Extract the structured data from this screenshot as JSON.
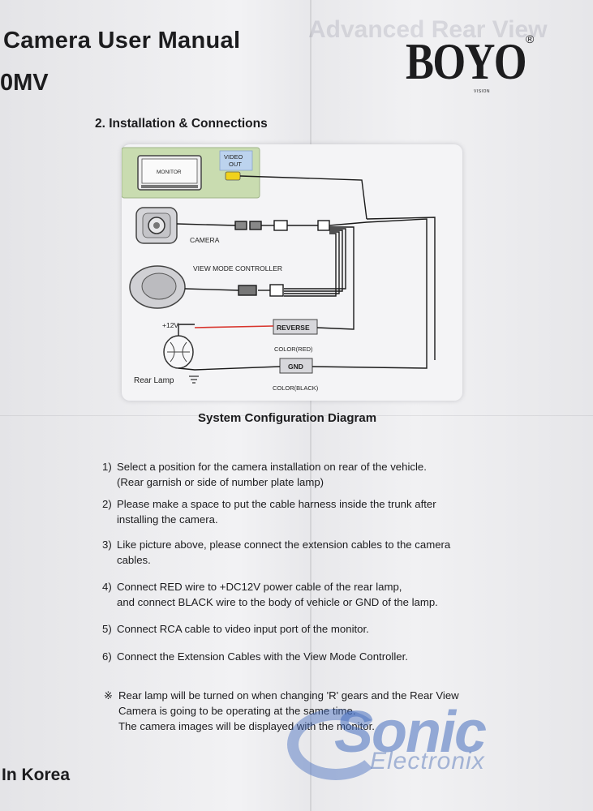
{
  "header": {
    "title": "Camera User Manual",
    "subtitle": "0MV",
    "brand": "BOYO",
    "brand_registered": "®",
    "brand_sub": "VISION"
  },
  "section": {
    "title": "2. Installation & Connections"
  },
  "diagram": {
    "labels": {
      "monitor": "MONITOR",
      "video_out_1": "VIDEO",
      "video_out_2": "OUT",
      "camera": "CAMERA",
      "view_mode_controller": "VIEW MODE CONTROLLER",
      "plus12v": "+12V",
      "reverse": "REVERSE",
      "color_red": "COLOR(RED)",
      "gnd": "GND",
      "color_black": "COLOR(BLACK)",
      "rear_lamp": "Rear Lamp"
    },
    "colors": {
      "monitor_bg": "#c9dcb0",
      "video_out_bg": "#bcd3ee",
      "rca_plug": "#f0d21c",
      "red_wire": "#d8342c",
      "wire": "#1a1a1a",
      "terminal_bg": "#d7d7db"
    }
  },
  "caption": "System Configuration Diagram",
  "steps": [
    {
      "num": "1)",
      "lines": [
        "Select a position for the camera installation on rear of the vehicle.",
        "(Rear garnish or side of number plate lamp)"
      ]
    },
    {
      "num": "2)",
      "lines": [
        "Please make a space to put the cable harness inside the trunk after",
        "installing the camera."
      ]
    },
    {
      "num": "3)",
      "lines": [
        "Like picture above, please connect the extension cables to the camera",
        "cables."
      ]
    },
    {
      "num": "4)",
      "lines": [
        "Connect RED wire to +DC12V power cable of the rear lamp,",
        "and connect BLACK wire to the body of vehicle or GND of the lamp."
      ]
    },
    {
      "num": "5)",
      "lines": [
        "Connect RCA cable to video input port of the monitor."
      ]
    },
    {
      "num": "6)",
      "lines": [
        "Connect the Extension Cables with the View Mode Controller."
      ]
    }
  ],
  "note": {
    "symbol": "※",
    "lines": [
      "Rear lamp will be turned on when changing 'R' gears and the Rear View",
      "Camera is going to be operating at the same time.",
      "The camera images will be displayed with the monitor."
    ]
  },
  "footer": "In Korea",
  "watermark": {
    "sonic": "Sonic",
    "electronix": "Electronix"
  }
}
